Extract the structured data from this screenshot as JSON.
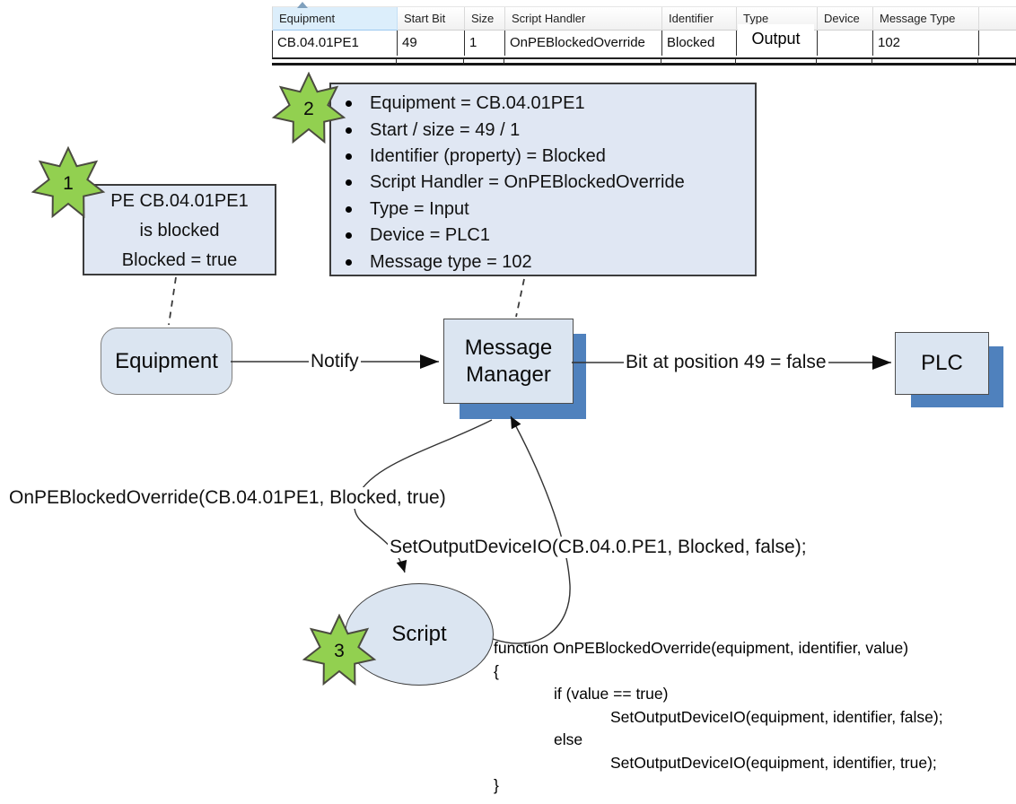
{
  "table": {
    "headers": [
      "Equipment",
      "Start Bit",
      "Size",
      "Script Handler",
      "Identifier",
      "Type",
      "Device",
      "Message Type"
    ],
    "row": [
      "CB.04.01PE1",
      "49",
      "1",
      "OnPEBlockedOverride",
      "Blocked",
      "Output",
      "",
      "102"
    ],
    "sort_icon": "sort-ascending-arrow-on-equipment-column"
  },
  "callout1": {
    "badge": "1",
    "lines": [
      "PE CB.04.01PE1",
      "is blocked",
      "Blocked = true"
    ]
  },
  "callout2": {
    "badge": "2",
    "items": [
      "Equipment = CB.04.01PE1",
      "Start / size = 49 / 1",
      "Identifier (property) = Blocked",
      "Script Handler = OnPEBlockedOverride",
      "Type = Input",
      "Device = PLC1",
      "Message type = 102"
    ]
  },
  "script_badge": "3",
  "nodes": {
    "equipment": "Equipment",
    "message_manager": "Message Manager",
    "plc": "PLC",
    "script": "Script"
  },
  "labels": {
    "notify": "Notify",
    "bit_status": "Bit at position 49 = false",
    "mm_to_script_call": "OnPEBlockedOverride(CB.04.01PE1, Blocked, true)",
    "script_to_mm_call": "SetOutputDeviceIO(CB.04.0.PE1, Blocked, false);"
  },
  "code": {
    "lines": [
      "function OnPEBlockedOverride(equipment, identifier, value)",
      "{",
      "if (value == true)",
      "SetOutputDeviceIO(equipment, identifier, false);",
      "else",
      "SetOutputDeviceIO(equipment, identifier, true);",
      "}"
    ]
  },
  "colors": {
    "node_fill": "#dbe5f1",
    "shadow_blue": "#4f81bd",
    "star_green": "#92d050",
    "sorted_header_blue": "#dceefb"
  }
}
